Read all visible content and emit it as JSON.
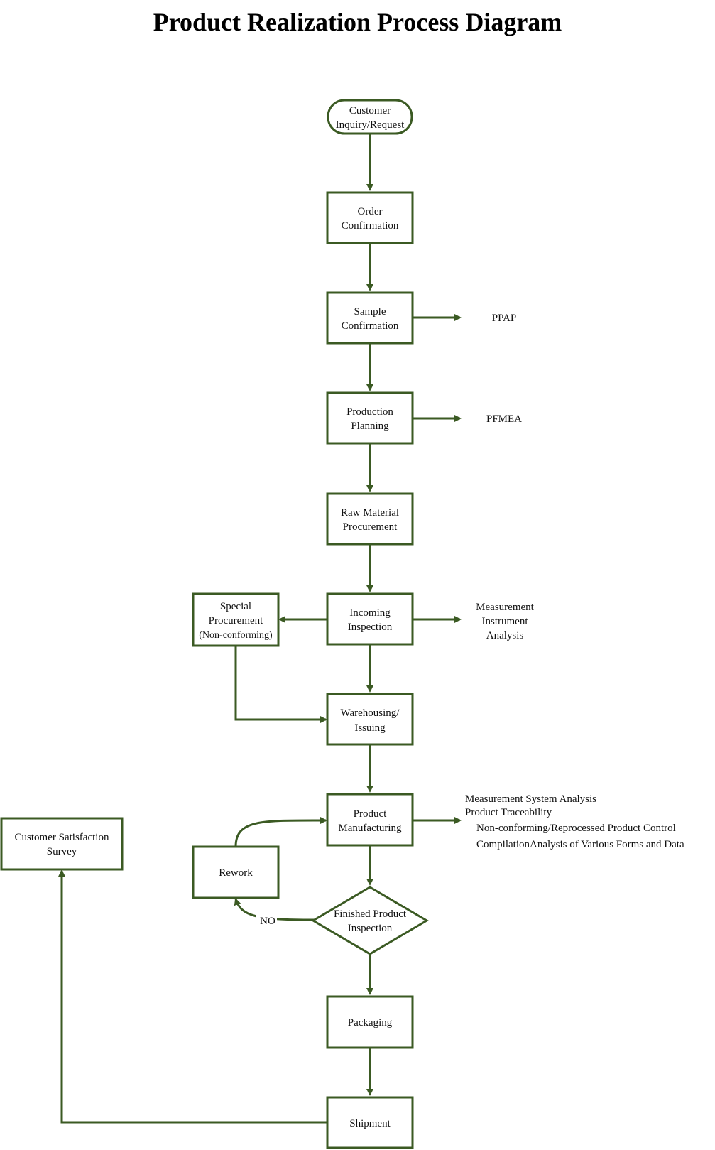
{
  "title": "Product Realization Process Diagram",
  "nodes": {
    "customer_request": [
      "Customer",
      "Inquiry/Request"
    ],
    "order_confirmation": [
      "Order",
      "Confirmation"
    ],
    "sample_confirmation": [
      "Sample",
      "Confirmation"
    ],
    "production_planning": [
      "Production",
      "Planning"
    ],
    "raw_material": [
      "Raw Material",
      "Procurement"
    ],
    "incoming_inspection": [
      "Incoming",
      "Inspection"
    ],
    "special_procurement": [
      "Special",
      "Procurement",
      "(Non-conforming)"
    ],
    "warehousing": [
      "Warehousing/",
      "Issuing"
    ],
    "product_manufacturing": [
      "Product",
      "Manufacturing"
    ],
    "rework": [
      "Rework"
    ],
    "finished_inspection": [
      "Finished Product",
      "Inspection"
    ],
    "packaging": [
      "Packaging"
    ],
    "shipment": [
      "Shipment"
    ],
    "customer_survey": [
      "Customer Satisfaction",
      "Survey"
    ]
  },
  "notes": {
    "ppap": "PPAP",
    "pfmea": "PFMEA",
    "measurement_instrument": [
      "Measurement",
      "Instrument",
      "Analysis"
    ],
    "manufacturing": [
      "Measurement System Analysis",
      "Product Traceability",
      "Non-conforming/Reprocessed Product Control",
      "CompilationAnalysis of Various Forms and Data"
    ]
  },
  "edge_labels": {
    "no": "NO"
  },
  "colors": {
    "line": "#3b5a23"
  }
}
